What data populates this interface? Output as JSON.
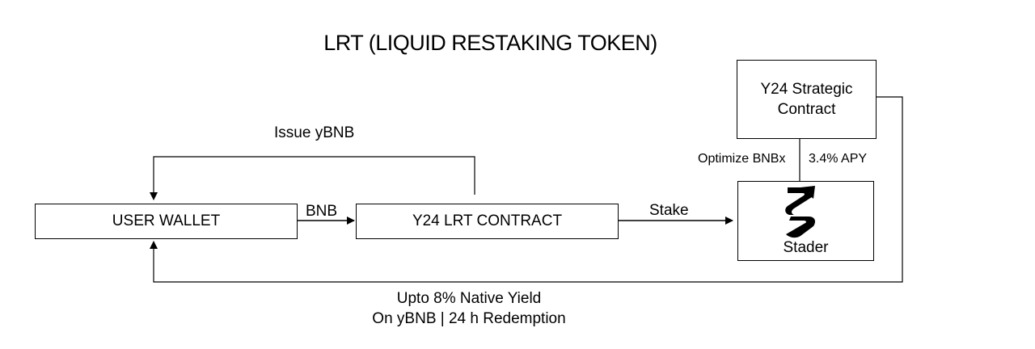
{
  "title": "LRT (LIQUID RESTAKING TOKEN)",
  "nodes": {
    "user_wallet": "USER WALLET",
    "lrt_contract": "Y24 LRT CONTRACT",
    "strategic_contract_line1": "Y24 Strategic",
    "strategic_contract_line2": "Contract",
    "stader": "Stader"
  },
  "edges": {
    "issue": "Issue yBNB",
    "bnb": "BNB",
    "stake": "Stake",
    "optimize": "Optimize BNBx",
    "apy": "3.4% APY",
    "yield_line1": "Upto 8% Native Yield",
    "yield_line2": "On yBNB | 24 h Redemption"
  },
  "colors": {
    "line": "#000000",
    "background": "#ffffff"
  }
}
